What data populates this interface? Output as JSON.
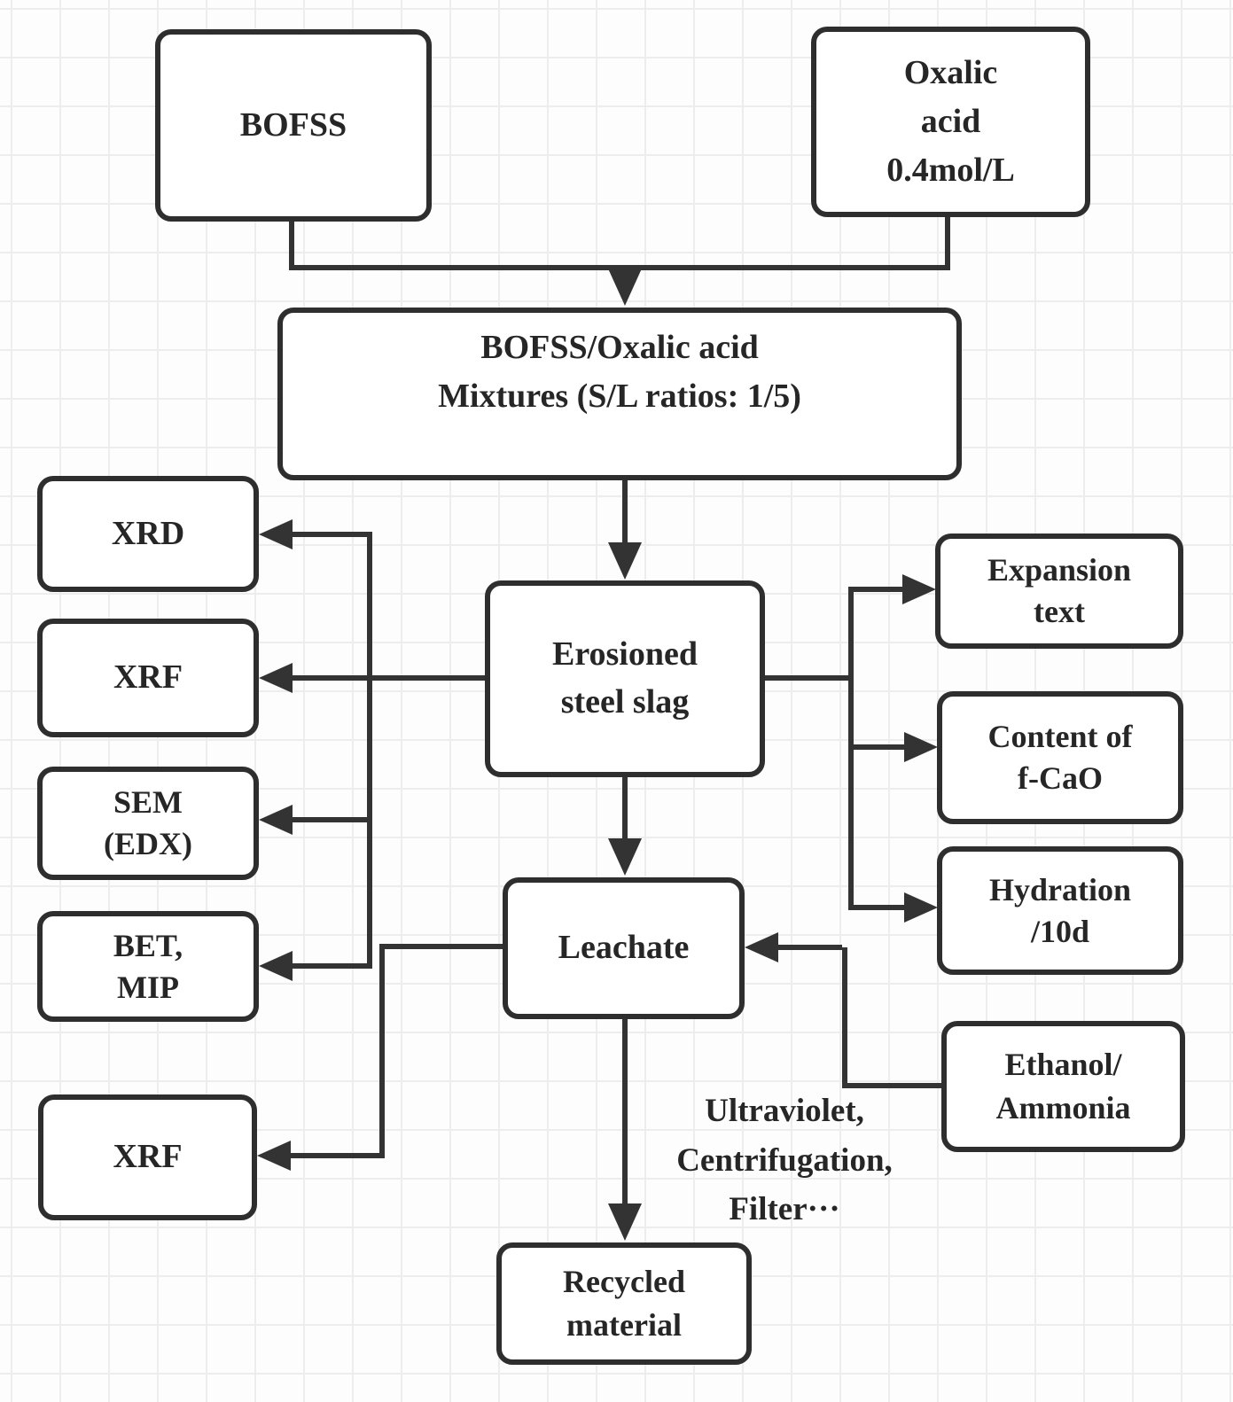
{
  "title": "BOFSS / oxalic acid leaching and characterization flowchart",
  "colors": {
    "connector_line": "#333333",
    "box_border": "#2e2e2e",
    "box_fill": "#ffffff",
    "text": "#262626",
    "grid_line": "#ededed",
    "canvas_background": "#fdfdfd"
  },
  "nodes": {
    "bofss": {
      "label": "BOFSS"
    },
    "oxalic_acid": {
      "lines": [
        "Oxalic",
        "acid",
        "0.4mol/L"
      ]
    },
    "mixtures": {
      "lines": [
        "BOFSS/Oxalic acid",
        "Mixtures (S/L ratios: 1/5)"
      ]
    },
    "xrd": {
      "label": "XRD"
    },
    "xrf": {
      "label": "XRF"
    },
    "sem_edx": {
      "lines": [
        "SEM",
        "(EDX)"
      ]
    },
    "bet_mip": {
      "lines": [
        "BET,",
        "MIP"
      ]
    },
    "erosioned_steel_slag": {
      "lines": [
        "Erosioned",
        "steel slag"
      ]
    },
    "expansion_text": {
      "lines": [
        "Expansion",
        "text"
      ]
    },
    "content_of_fcao": {
      "lines": [
        "Content of",
        "f-CaO"
      ]
    },
    "hydration_10d": {
      "lines": [
        "Hydration",
        "/10d"
      ]
    },
    "leachate": {
      "label": "Leachate"
    },
    "ethanol_ammonia": {
      "lines": [
        "Ethanol/",
        "Ammonia"
      ]
    },
    "xrf_leachate": {
      "label": "XRF"
    },
    "recycled_material": {
      "lines": [
        "Recycled",
        "material"
      ]
    }
  },
  "annotations": {
    "leachate_treatment": {
      "lines": [
        "Ultraviolet,",
        "Centrifugation,",
        "Filter···"
      ]
    }
  }
}
